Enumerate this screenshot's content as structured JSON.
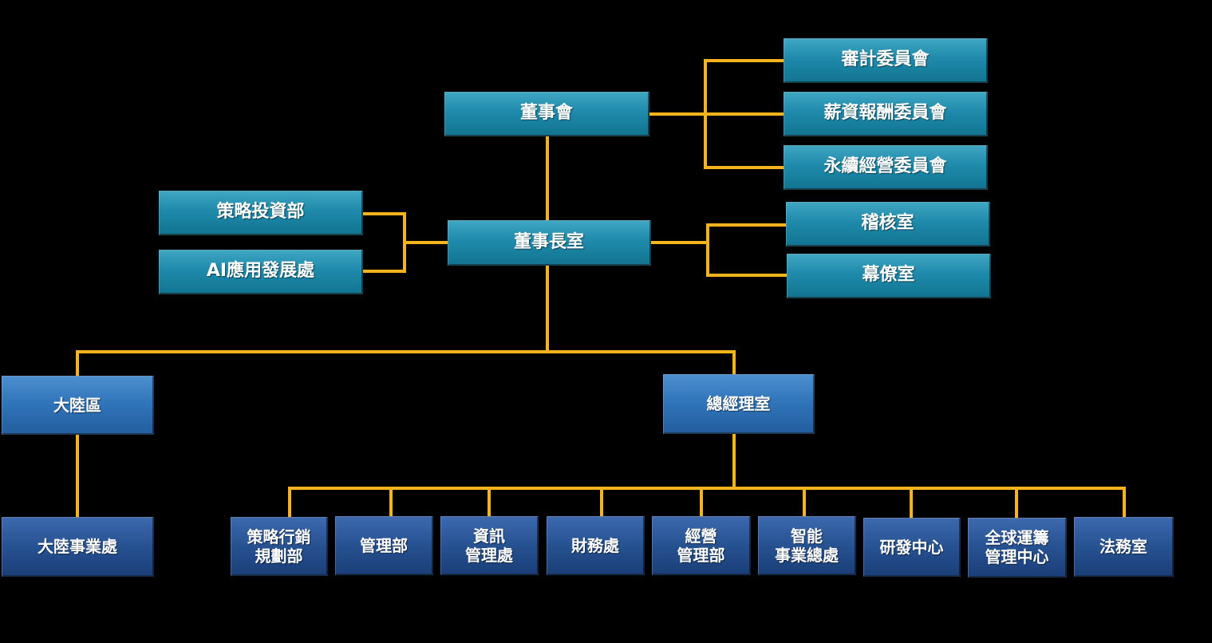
{
  "connector_color": "#F5B41E",
  "board": {
    "label": "董事會"
  },
  "committees": [
    {
      "label": "審計委員會"
    },
    {
      "label": "薪資報酬委員會"
    },
    {
      "label": "永續經營委員會"
    }
  ],
  "chairman_office": {
    "label": "董事長室"
  },
  "left_units": [
    {
      "label": "策略投資部"
    },
    {
      "label": "AI應用發展處"
    }
  ],
  "right_units": [
    {
      "label": "稽核室"
    },
    {
      "label": "幕僚室"
    }
  ],
  "mainland_region": {
    "label": "大陸區"
  },
  "mainland_division": {
    "label": "大陸事業處"
  },
  "president_office": {
    "label": "總經理室"
  },
  "departments": [
    {
      "label": "策略行銷\n規劃部"
    },
    {
      "label": "管理部"
    },
    {
      "label": "資訊\n管理處"
    },
    {
      "label": "財務處"
    },
    {
      "label": "經營\n管理部"
    },
    {
      "label": "智能\n事業總處"
    },
    {
      "label": "研發中心"
    },
    {
      "label": "全球運籌\n管理中心"
    },
    {
      "label": "法務室"
    }
  ]
}
